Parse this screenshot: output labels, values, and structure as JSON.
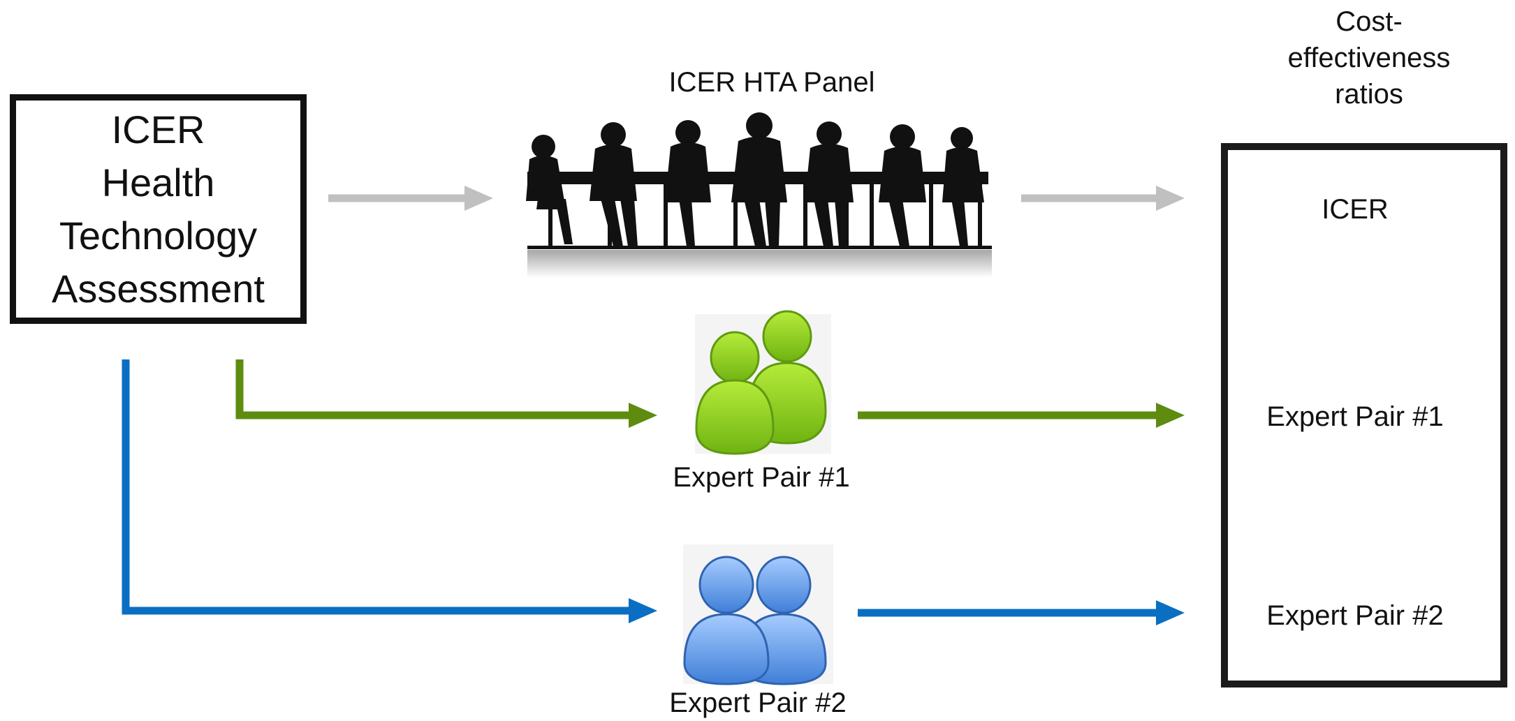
{
  "source": {
    "lines": [
      "ICER",
      "Health",
      "Technology",
      "Assessment"
    ]
  },
  "panel": {
    "label": "ICER HTA Panel",
    "icon": "meeting-silhouette-icon"
  },
  "expert1": {
    "label": "Expert Pair #1",
    "icon": "user-pair-icon",
    "color": "#7cc31a"
  },
  "expert2": {
    "label": "Expert Pair #2",
    "icon": "user-pair-icon",
    "color": "#4a8fe0"
  },
  "results": {
    "header_lines": [
      "Cost-",
      "effectiveness",
      "ratios"
    ],
    "rows": [
      "ICER",
      "Expert Pair #1",
      "Expert Pair #2"
    ]
  },
  "colors": {
    "panel_arrow": "#c0c0c0",
    "expert1_arrow": "#5e8c0f",
    "expert2_arrow": "#0a6fc2",
    "box_border": "#111111"
  }
}
